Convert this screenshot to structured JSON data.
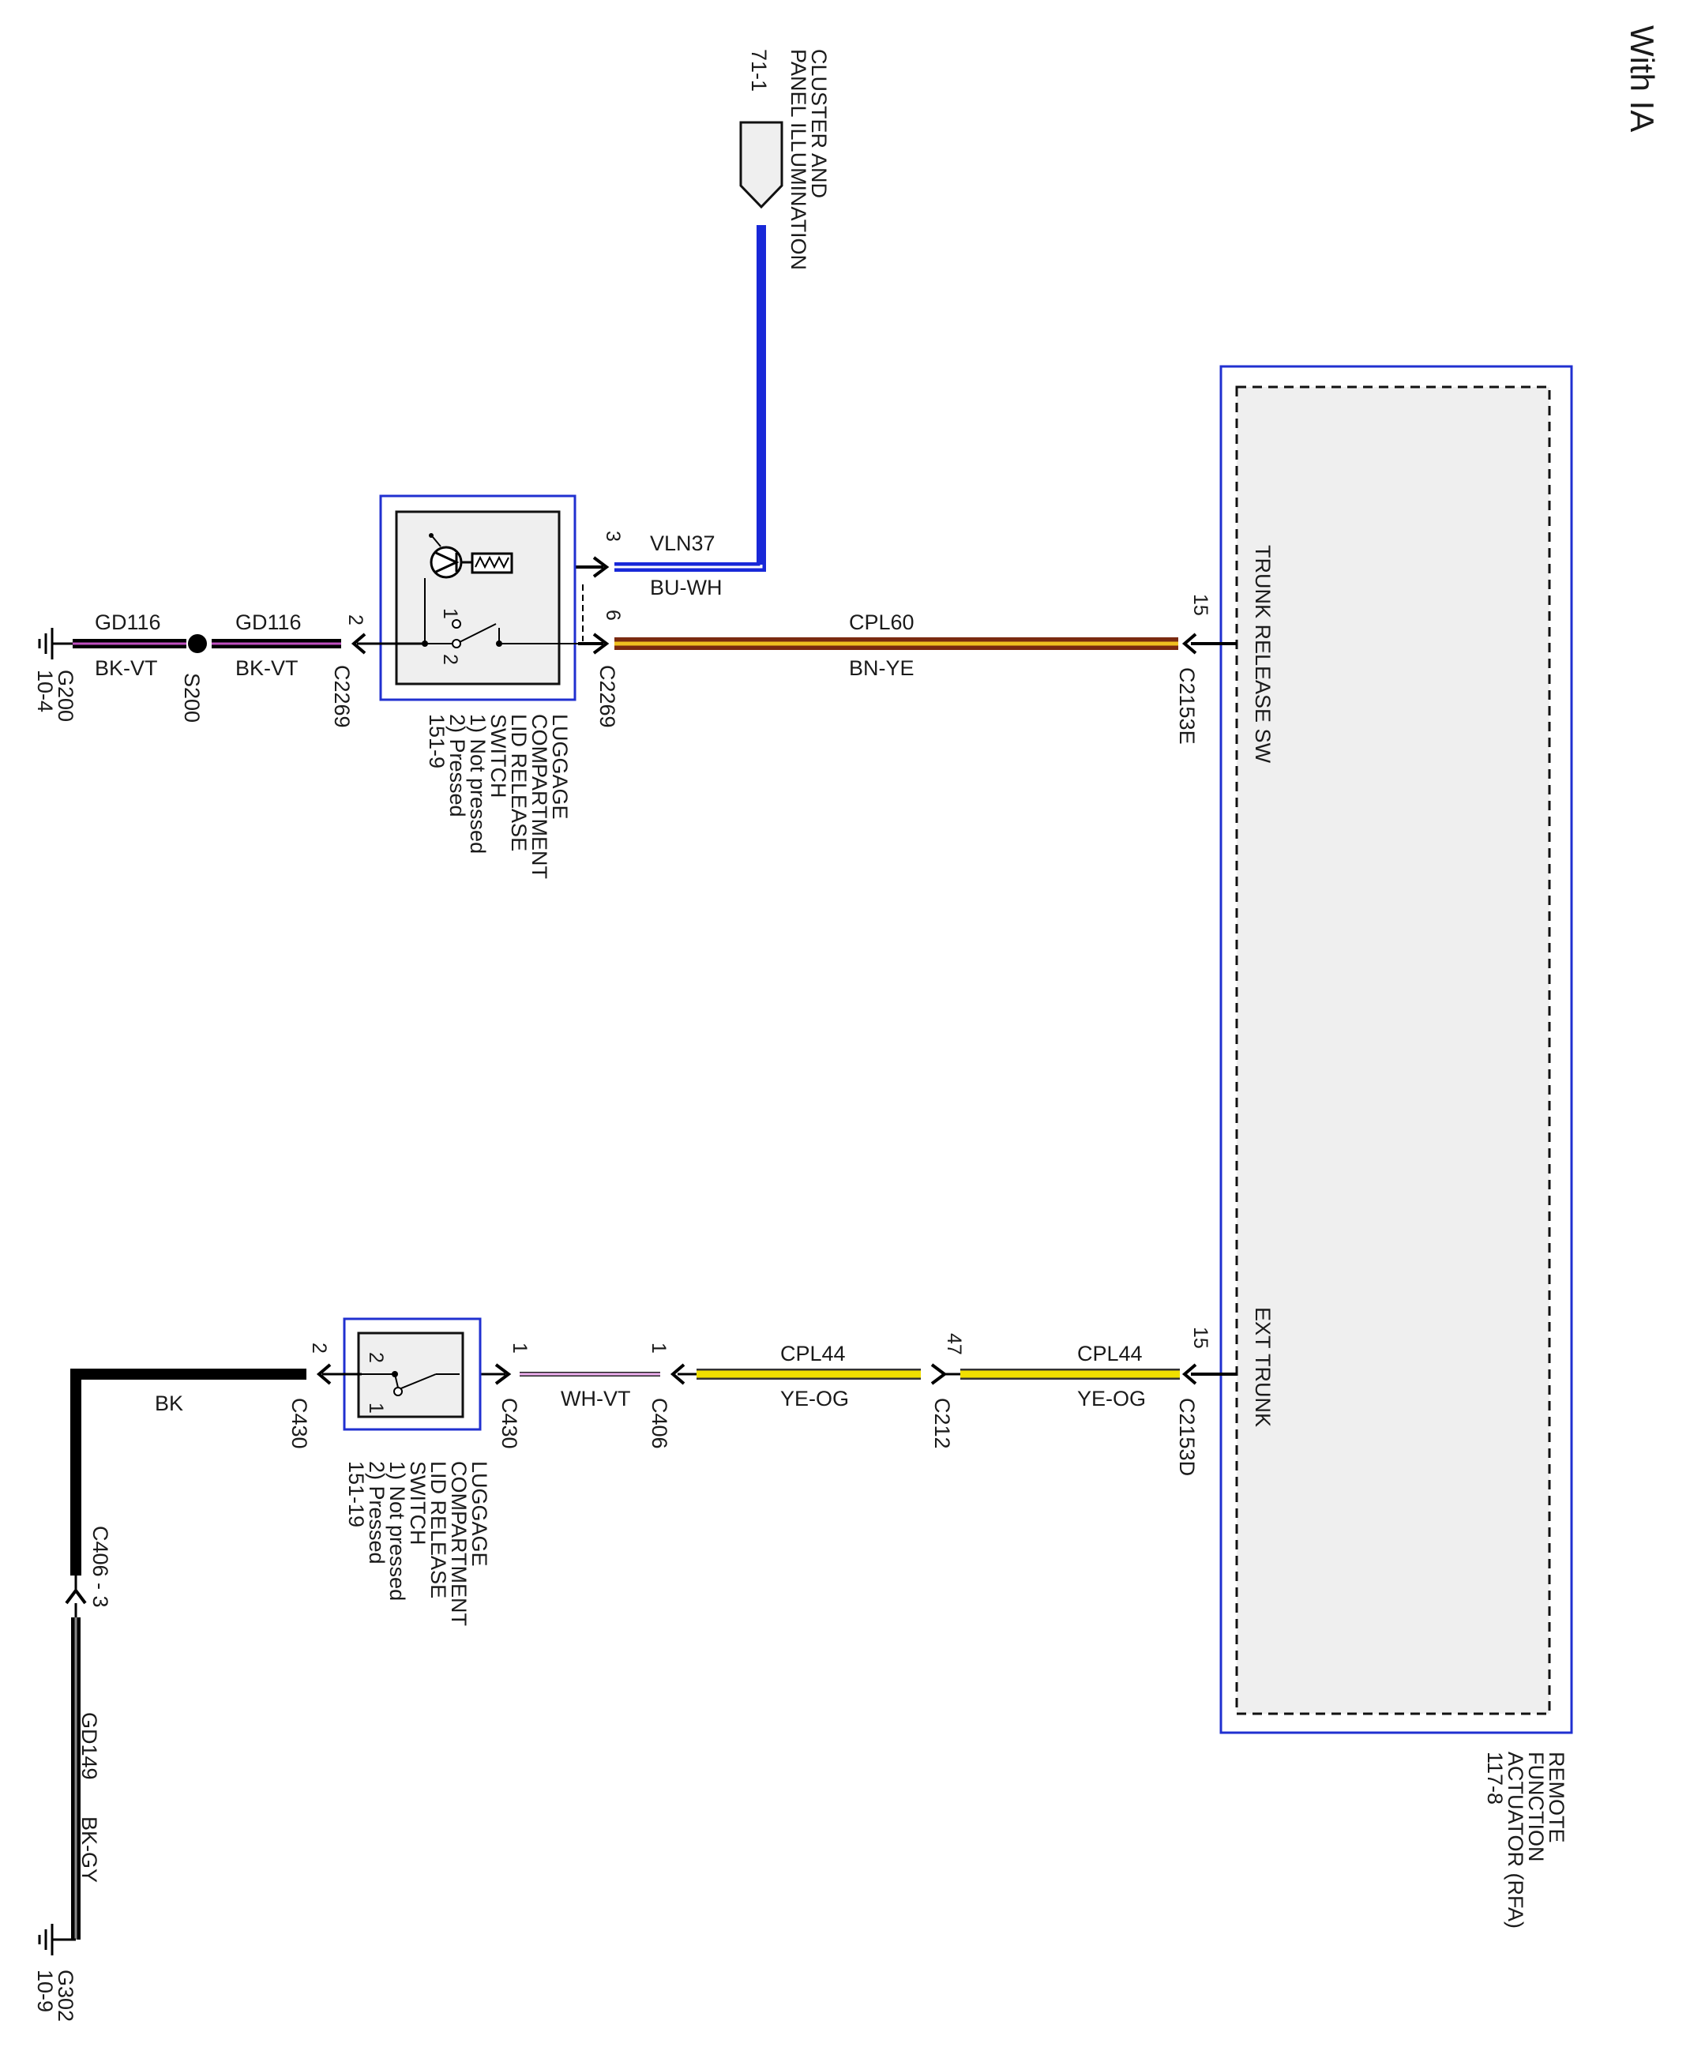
{
  "page": {
    "title": "With IA"
  },
  "colors": {
    "module_border": "#2030d0",
    "module_fill": "#efefef",
    "blue_wire": "#1828d8",
    "yellow_wire": "#f0e000",
    "brown_wire": "#8b3a14",
    "violet_stripe": "#c050c0",
    "black_wire": "#000000"
  },
  "cluster": {
    "name_line1": "CLUSTER AND",
    "name_line2": "PANEL ILLUMINATION",
    "ref": "71-1"
  },
  "rfa": {
    "name_line1": "REMOTE",
    "name_line2": "FUNCTION",
    "name_line3": "ACTUATOR (RFA)",
    "ref": "117-8",
    "pin_trunk_label": "TRUNK RELEASE SW",
    "pin_ext_label": "EXT TRUNK"
  },
  "switch_upper": {
    "name_line1": "LUGGAGE",
    "name_line2": "COMPARTMENT",
    "name_line3": "LID RELEASE",
    "name_line4": "SWITCH",
    "state1": "1) Not pressed",
    "state2": "2) Pressed",
    "ref": "151-9",
    "pos1": "1",
    "pos2": "2"
  },
  "switch_lower": {
    "name_line1": "LUGGAGE",
    "name_line2": "COMPARTMENT",
    "name_line3": "LID RELEASE",
    "name_line4": "SWITCH",
    "state1": "1) Not pressed",
    "state2": "2) Pressed",
    "ref": "151-19",
    "pos1": "1",
    "pos2": "2"
  },
  "wires": {
    "vln37": {
      "circuit": "VLN37",
      "color": "BU-WH",
      "pin": "3"
    },
    "cpl60": {
      "circuit": "CPL60",
      "color": "BN-YE",
      "pin_switch": "6",
      "connector_switch": "C2269",
      "pin_rfa": "15",
      "connector_rfa": "C2153E"
    },
    "gd116_a": {
      "circuit": "GD116",
      "color": "BK-VT"
    },
    "gd116_b": {
      "circuit": "GD116",
      "color": "BK-VT",
      "pin": "2",
      "connector": "C2269"
    },
    "cpl44_a": {
      "circuit": "CPL44",
      "color": "YE-OG",
      "pin_rfa": "15",
      "connector_rfa": "C2153D"
    },
    "cpl44_b": {
      "circuit": "CPL44",
      "color": "YE-OG",
      "pin_c212": "47",
      "connector_c212": "C212",
      "pin_c406": "1",
      "connector_c406": "C406"
    },
    "whvt": {
      "color": "WH-VT",
      "pin_c430": "1",
      "connector_c430": "C430"
    },
    "bk": {
      "color": "BK",
      "pin": "2",
      "connector": "C430"
    },
    "gd149": {
      "circuit": "GD149",
      "color": "BK-GY",
      "connector": "C406 - 3"
    }
  },
  "splice": {
    "label": "S200"
  },
  "grounds": {
    "g200": {
      "name": "G200",
      "ref": "10-4"
    },
    "g302": {
      "name": "G302",
      "ref": "10-9"
    }
  }
}
